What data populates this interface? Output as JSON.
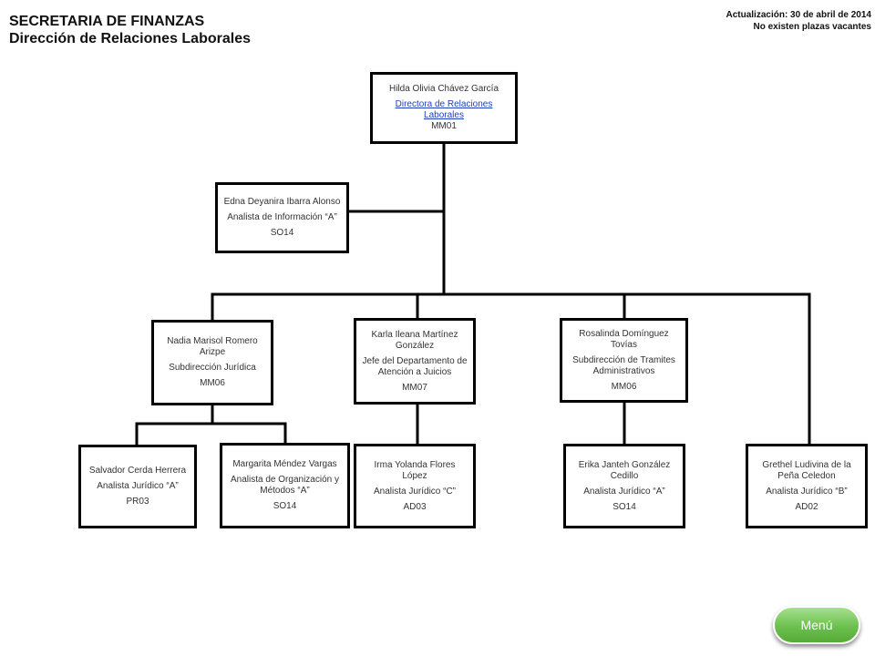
{
  "header": {
    "title": "SECRETARIA DE FINANZAS",
    "subtitle": "Dirección de Relaciones Laborales"
  },
  "update": {
    "date_line": "Actualización: 30 de abril de 2014",
    "vacancy_line": "No existen plazas vacantes"
  },
  "org": {
    "director": {
      "name": "Hilda Olivia Chávez García",
      "role": "Directora de Relaciones Laborales",
      "code": "MM01"
    },
    "analyst_info": {
      "name": "Edna Deyanira Ibarra Alonso",
      "role": "Analista de Información “A”",
      "code": "SO14"
    },
    "nadia": {
      "name": "Nadia Marisol Romero Arizpe",
      "role": "Subdirección Jurídica",
      "code": "MM06"
    },
    "karla": {
      "name": "Karla Ileana Martínez González",
      "role": "Jefe del Departamento de Atención a Juicios",
      "code": "MM07"
    },
    "rosalinda": {
      "name": "Rosalinda Domínguez Tovías",
      "role": "Subdirección de Tramites Administrativos",
      "code": "MM06"
    },
    "salvador": {
      "name": "Salvador Cerda Herrera",
      "role": "Analista Jurídico “A”",
      "code": "PR03"
    },
    "margarita": {
      "name": "Margarita Méndez Vargas",
      "role": "Analista de Organización y Métodos “A”",
      "code": "SO14"
    },
    "irma": {
      "name": "Irma Yolanda Flores López",
      "role": "Analista Jurídico “C”",
      "code": "AD03"
    },
    "erika": {
      "name": "Erika Janteh González Cedillo",
      "role": "Analista Jurídico “A”",
      "code": "SO14"
    },
    "grethel": {
      "name": "Grethel Ludivina de la Peña Celedon",
      "role": "Analista Jurídico “B”",
      "code": "AD02"
    }
  },
  "menu": {
    "label": "Menú"
  }
}
